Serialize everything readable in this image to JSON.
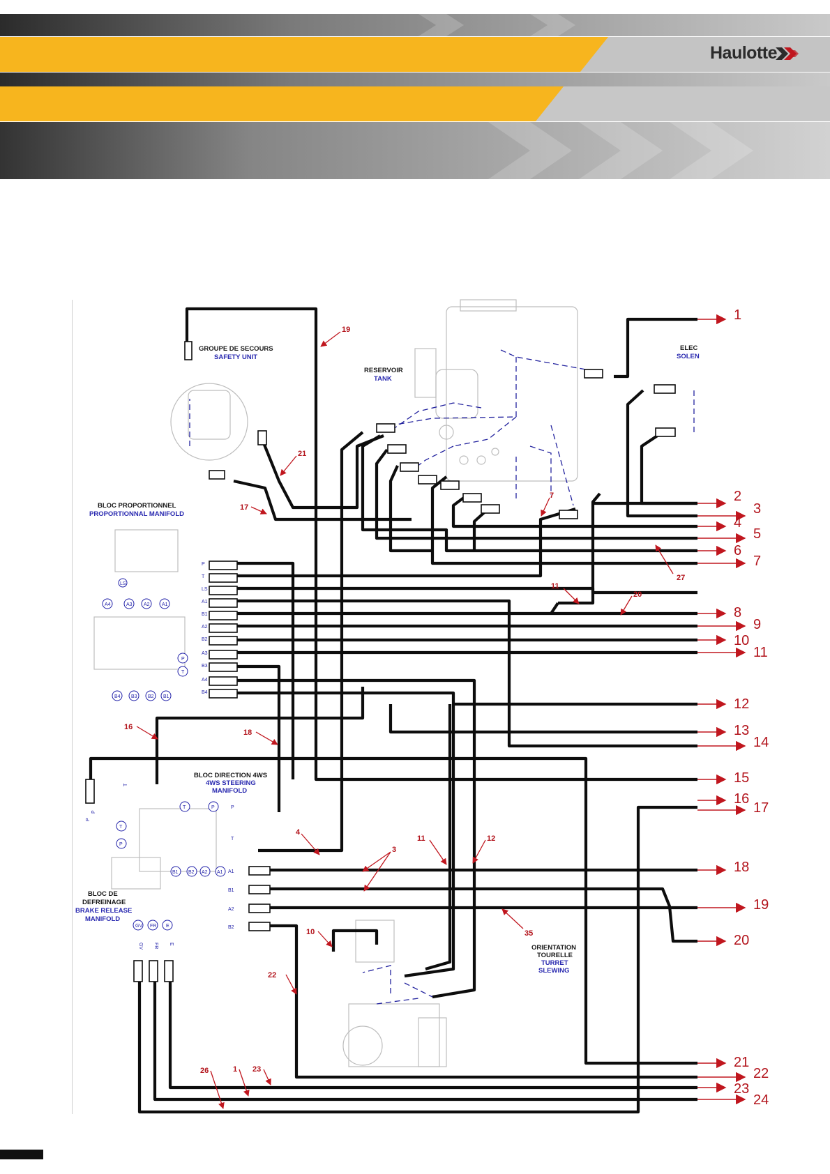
{
  "header": {
    "brand": "Haulotte"
  },
  "colors": {
    "yellow": "#f7b51e",
    "dark": "#2e2e2e",
    "gray": "#9a9a9a",
    "accent_red": "#b3141c",
    "label_blue": "#2a2ab0"
  },
  "labels": {
    "safety_unit_fr": "GROUPE DE SECOURS",
    "safety_unit_en": "SAFETY UNIT",
    "tank_fr": "RESERVOIR",
    "tank_en": "TANK",
    "elec_fr": "ELEC",
    "elec_en": "SOLEN",
    "prop_fr": "BLOC PROPORTIONNEL",
    "prop_en": "PROPORTIONNAL MANIFOLD",
    "steer_fr": "BLOC DIRECTION 4WS",
    "steer_en1": "4WS STEERING",
    "steer_en2": "MANIFOLD",
    "brake_fr1": "BLOC DE",
    "brake_fr2": "DEFREINAGE",
    "brake_en1": "BRAKE RELEASE",
    "brake_en2": "MANIFOLD",
    "turret_fr1": "ORIENTATION",
    "turret_fr2": "TOURELLE",
    "turret_en1": "TURRET",
    "turret_en2": "SLEWING"
  },
  "ports": {
    "prop_manifold": [
      "P",
      "T",
      "LS",
      "A1",
      "B1",
      "A2",
      "B2",
      "A3",
      "B3",
      "A4",
      "B4"
    ],
    "prop_top": [
      "A4",
      "A3",
      "A2",
      "A1"
    ],
    "prop_bottom": [
      "B4",
      "B3",
      "B2",
      "B1"
    ],
    "prop_side": [
      "P",
      "T"
    ],
    "prop_ls": "LS",
    "steering_left": [
      "P",
      "T"
    ],
    "steering_plain": [
      "P",
      "T",
      "P",
      "T",
      "A1",
      "B1",
      "A2",
      "B2"
    ],
    "steering_circles": [
      "T",
      "P",
      "B1",
      "B2",
      "A2",
      "A1"
    ],
    "brake_circles": [
      "GV",
      "FR",
      "E"
    ],
    "brake_plain": [
      "GV",
      "FR",
      "E",
      "P"
    ]
  },
  "callouts": [
    "19",
    "21",
    "17",
    "7",
    "27",
    "11",
    "20",
    "16",
    "18",
    "4",
    "3",
    "11",
    "12",
    "35",
    "10",
    "22",
    "26",
    "1",
    "23"
  ],
  "outputs": [
    "1",
    "2",
    "3",
    "4",
    "5",
    "6",
    "7",
    "8",
    "9",
    "10",
    "11",
    "12",
    "13",
    "14",
    "15",
    "16",
    "17",
    "18",
    "19",
    "20",
    "21",
    "22",
    "23",
    "24"
  ]
}
